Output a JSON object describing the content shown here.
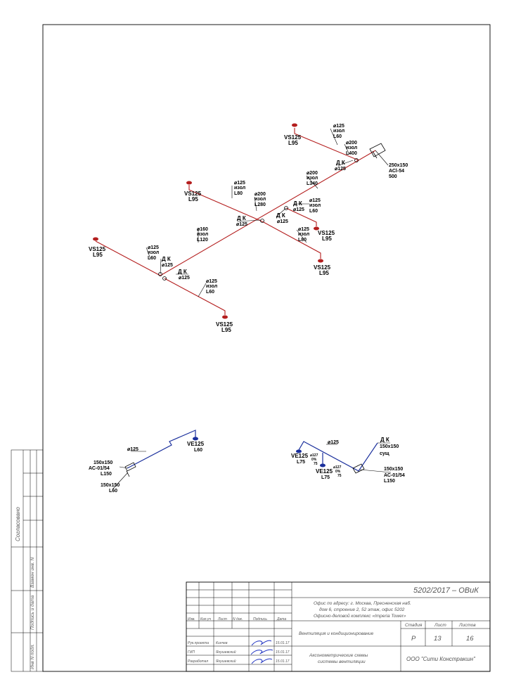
{
  "diagram": {
    "red_labels": {
      "t1a": "VS125",
      "t1b": "L95",
      "c1a": "⌀125",
      "c1b": "изол",
      "c1c": "L60",
      "r1a": "⌀200",
      "r1b": "изол",
      "r1c": "L400",
      "dk1a": "Д К",
      "dk1b": "⌀125",
      "m1a": "250х150",
      "m1b": "АСl-54",
      "m1c": "500",
      "r2a": "⌀200",
      "r2b": "изол",
      "r2c": "L340",
      "t2a": "VS125",
      "t2b": "L95",
      "c2a": "⌀125",
      "c2b": "изол",
      "c2c": "L80",
      "r3a": "⌀200",
      "r3b": "изол",
      "r3c": "L280",
      "dk2a": "Д К",
      "dk2b": "⌀125",
      "c3a": "⌀125",
      "c3b": "изол",
      "c3c": "L60",
      "dk3a": "Д К",
      "dk3b": "⌀125",
      "c4a": "⌀125",
      "c4b": "изол",
      "c4c": "L80",
      "t3a": "VS125",
      "t3b": "L95",
      "t4a": "VS125",
      "t4b": "L95",
      "r4a": "⌀160",
      "r4b": "изол",
      "r4c": "L120",
      "t5a": "VS125",
      "t5b": "L95",
      "c5a": "⌀125",
      "c5b": "изол",
      "c5c": "L60",
      "dk4a": "Д К",
      "dk4b": "⌀125",
      "dk5a": "Д К",
      "dk5b": "⌀125",
      "c6a": "⌀125",
      "c6b": "изол",
      "c6c": "L60",
      "t6a": "VS125",
      "t6b": "L95"
    },
    "blue_left": {
      "d": "⌀125",
      "ve_a": "VE125",
      "ve_b": "L60",
      "m_a": "150х150",
      "m_b": "АС-01/54",
      "m_c": "L150",
      "m2_a": "150х150",
      "m2_b": "L60"
    },
    "blue_right": {
      "d": "⌀125",
      "ve1_a": "VE125",
      "ve1_b": "L75",
      "ve2_a": "VE125",
      "ve2_b": "L75",
      "s1a": "⌀127",
      "s1b": "0%",
      "s1c": "75",
      "s2a": "⌀127",
      "s2b": "0%",
      "s2c": "75",
      "dk_a": "Д К",
      "dk_b": "150х150",
      "dk_c": "сущ",
      "m_a": "150х150",
      "m_b": "АС-01/54",
      "m_c": "L150"
    }
  },
  "side_stamp": {
    "agreed": "Согласовано",
    "replace": "Взамен инв. N",
    "sign_date": "Подпись и дата",
    "inv": "Инв N подл."
  },
  "title_block": {
    "code": "5202/2017 – ОВиК",
    "address_1": "Офис по адресу: г. Москва, Пресненская наб.",
    "address_2": "дом 6, строение 2, 52 этаж, офис 5202",
    "address_3": "Офисно-деловой комплекс «Imperia Tower»",
    "col_change": "Изм.",
    "col_qty": "Кол.уч",
    "col_sheet": "Лист",
    "col_doc": "N док.",
    "col_sign": "Подпись",
    "col_date": "Дата",
    "section": "Вентиляция и кондиционирование",
    "stage_label": "Стадия",
    "sheet_label": "Лист",
    "sheets_label": "Листов",
    "stage": "Р",
    "sheet": "13",
    "sheets": "16",
    "drawing_title_1": "Аксонометрические схемы",
    "drawing_title_2": "системы вентиляции",
    "company": "ООО \"Сити Констракшн\"",
    "rows": [
      {
        "role": "Рук.проекта",
        "name": "Кинчев",
        "date": "15.01.17"
      },
      {
        "role": "ГИП",
        "name": "Янушевский",
        "date": "15.01.17"
      },
      {
        "role": "Разработал",
        "name": "Янушевский",
        "date": "15.01.17"
      }
    ]
  }
}
